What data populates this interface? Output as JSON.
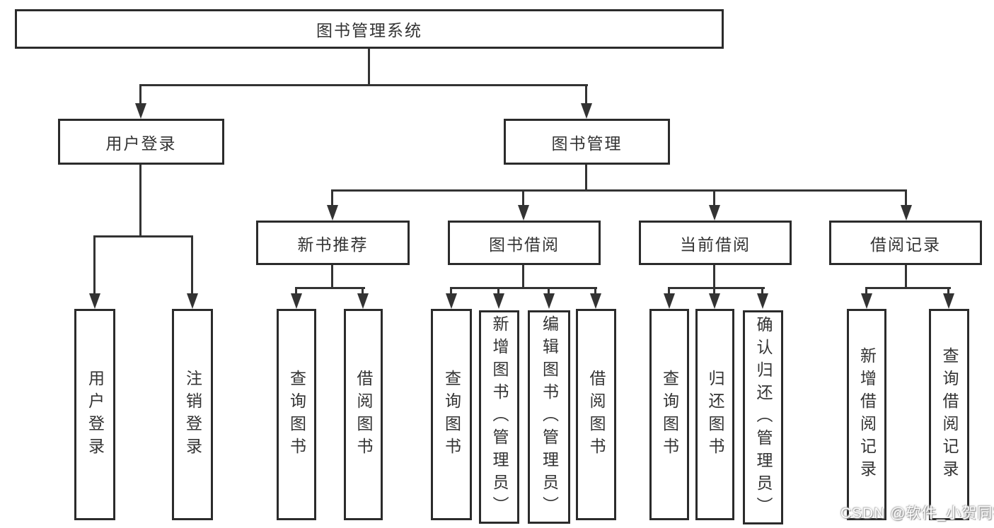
{
  "nodes": {
    "root": "图书管理系统",
    "user_login": "用户登录",
    "book_mgmt": "图书管理",
    "new_book_rec": "新书推荐",
    "book_borrow": "图书借阅",
    "current_borrow": "当前借阅",
    "borrow_record": "借阅记录",
    "login": "用户登录",
    "logout": "注销登录",
    "rec_query_book": "查询图书",
    "rec_borrow_book": "借阅图书",
    "bb_query_book": "查询图书",
    "bb_add_book": "新增图书（管理员）",
    "bb_edit_book": "编辑图书（管理员）",
    "bb_borrow_book": "借阅图书",
    "cb_query_book": "查询图书",
    "cb_return_book": "归还图书",
    "cb_confirm_return": "确认归还（管理员）",
    "br_add_record": "新增借阅记录",
    "br_query_record": "查询借阅记录"
  },
  "hierarchy": {
    "root": [
      "user_login",
      "book_mgmt"
    ],
    "user_login": [
      "login",
      "logout"
    ],
    "book_mgmt": [
      "new_book_rec",
      "book_borrow",
      "current_borrow",
      "borrow_record"
    ],
    "new_book_rec": [
      "rec_query_book",
      "rec_borrow_book"
    ],
    "book_borrow": [
      "bb_query_book",
      "bb_add_book",
      "bb_edit_book",
      "bb_borrow_book"
    ],
    "current_borrow": [
      "cb_query_book",
      "cb_return_book",
      "cb_confirm_return"
    ],
    "borrow_record": [
      "br_add_record",
      "br_query_record"
    ]
  },
  "watermark": "CSDN @软件_小贺同学",
  "colors": {
    "background": "#ffffff",
    "box_border": "#2b2b2b",
    "line": "#333333",
    "text": "#333333",
    "watermark_text": "#fdfdfd"
  }
}
